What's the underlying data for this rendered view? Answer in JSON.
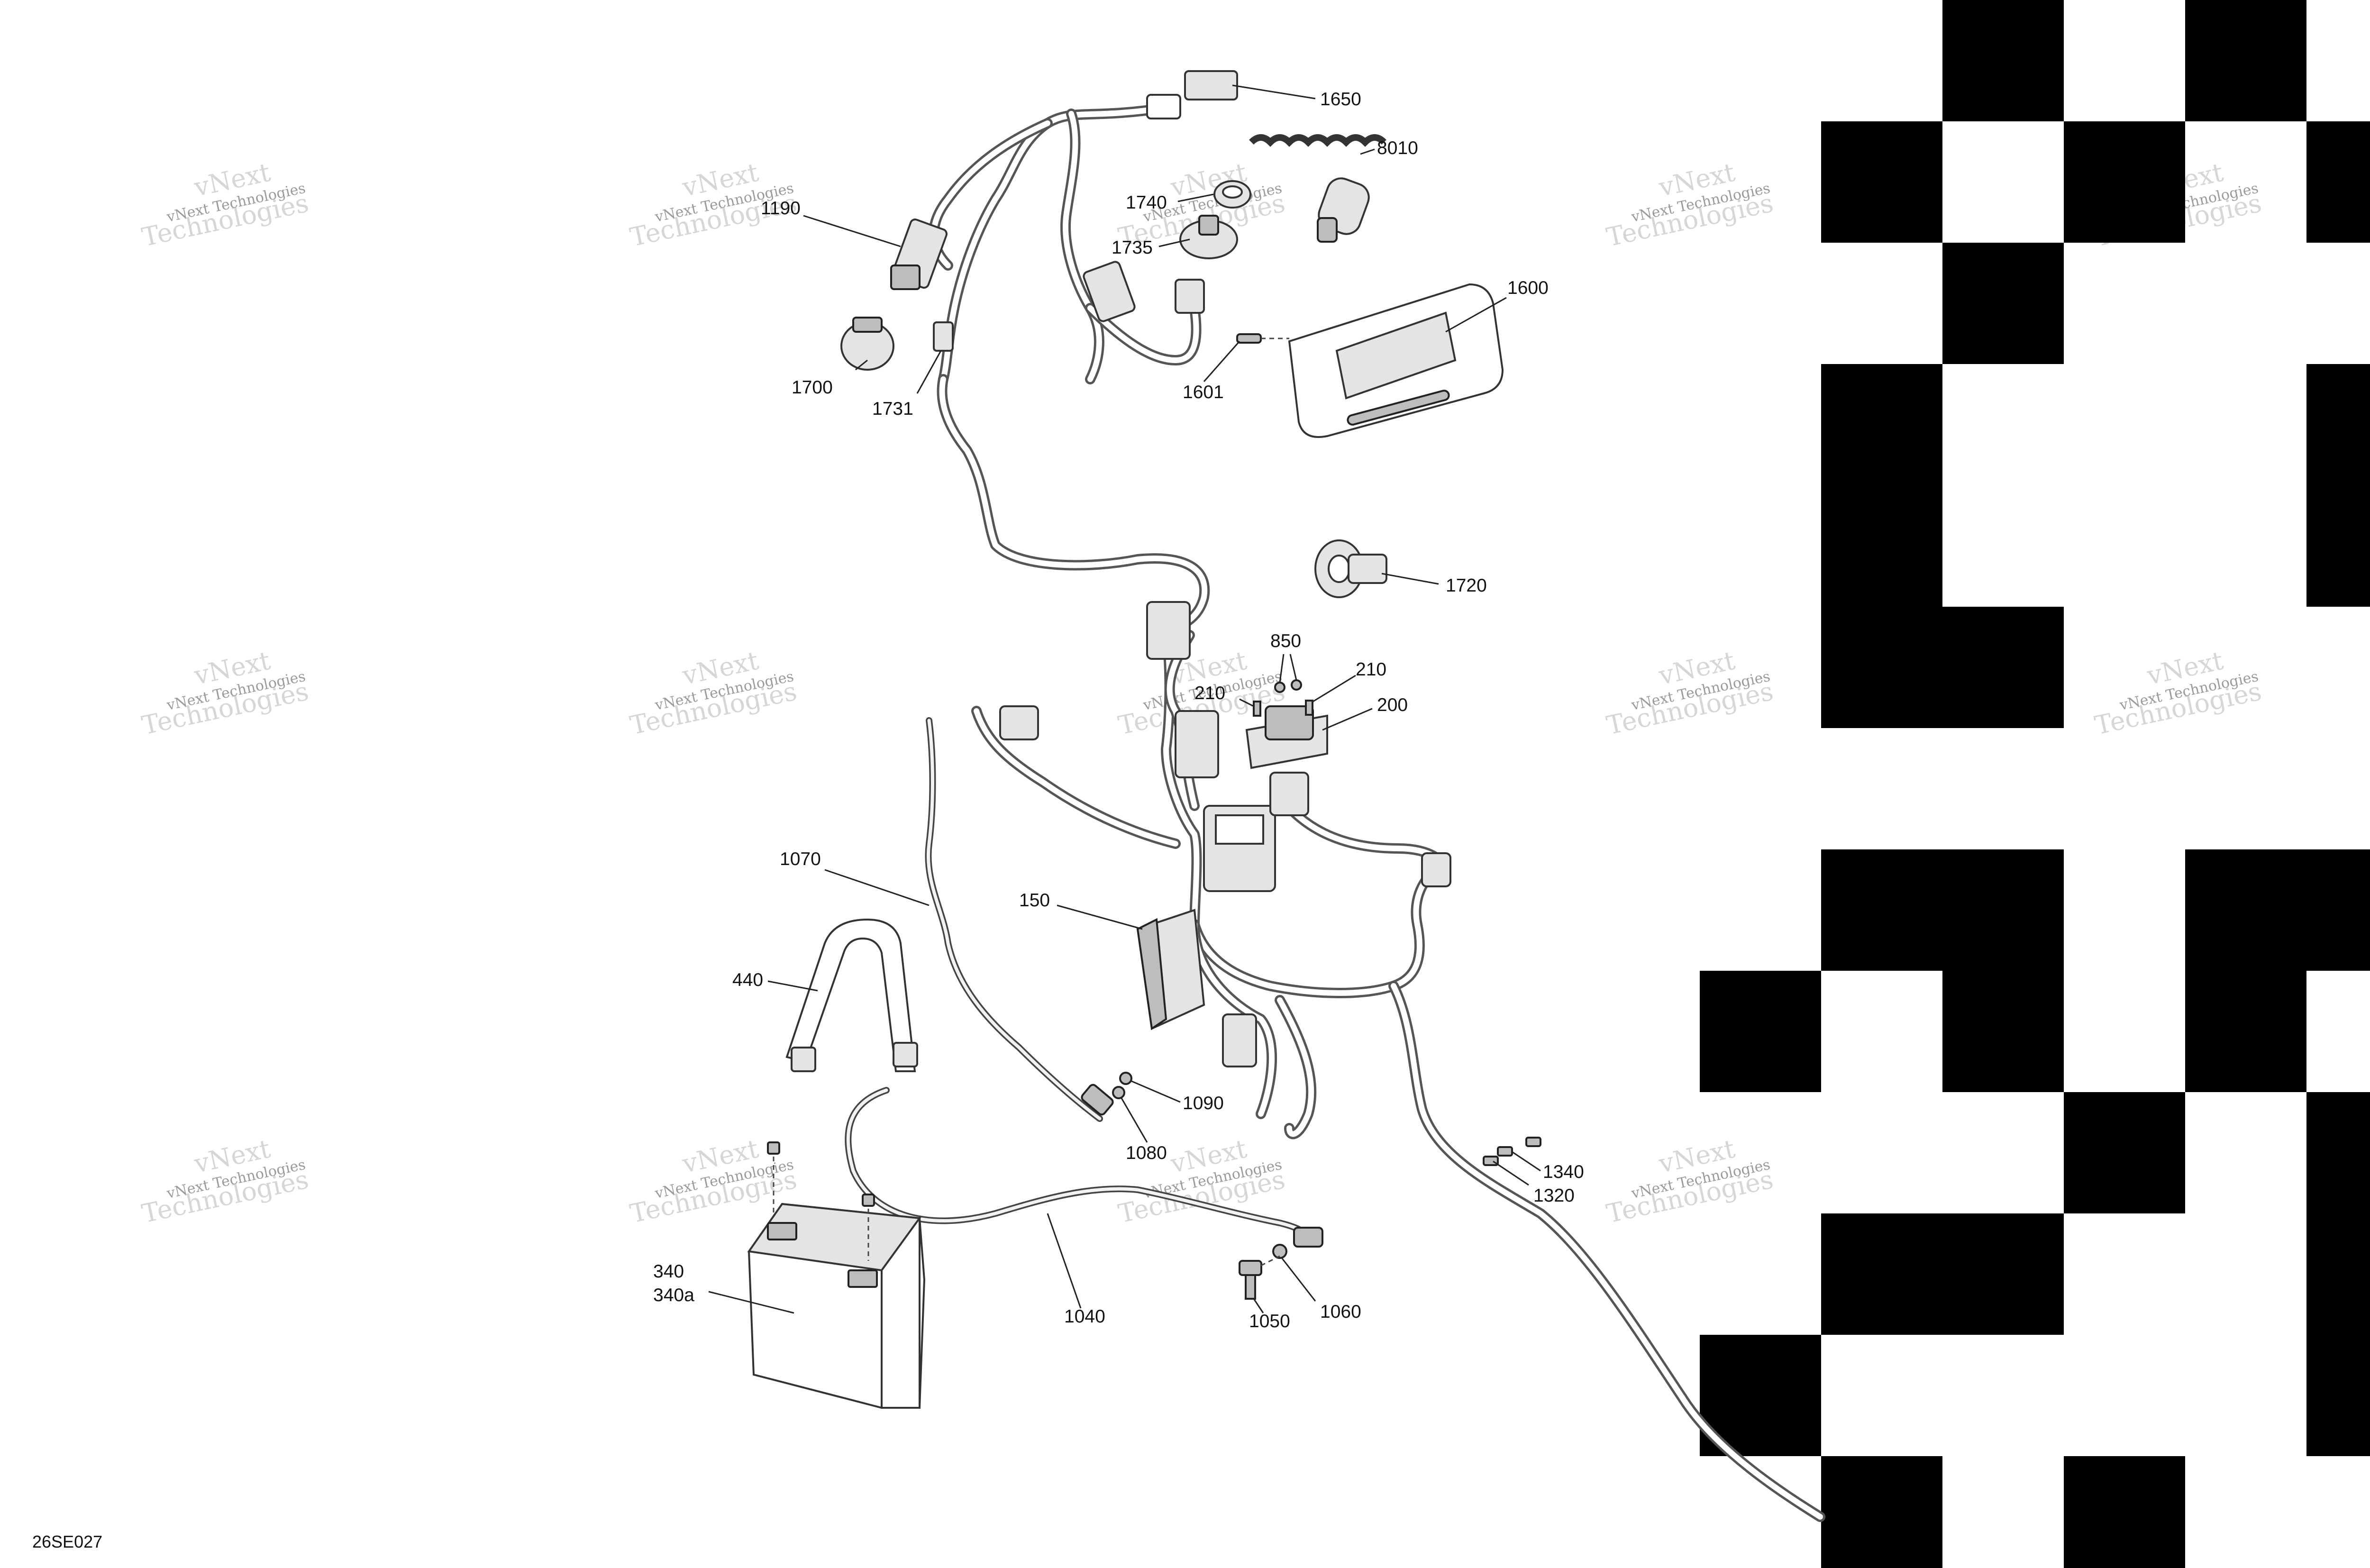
{
  "diagram_code": "26SE027",
  "watermark": {
    "line1": "vNext",
    "line2": "Technologies",
    "line3": "vNext Technologies"
  },
  "callouts": [
    {
      "id": "c1650",
      "text": "1650"
    },
    {
      "id": "c8010",
      "text": "8010"
    },
    {
      "id": "c1190",
      "text": "1190"
    },
    {
      "id": "c1740",
      "text": "1740"
    },
    {
      "id": "c1735",
      "text": "1735"
    },
    {
      "id": "c1600",
      "text": "1600"
    },
    {
      "id": "c1601",
      "text": "1601"
    },
    {
      "id": "c1700",
      "text": "1700"
    },
    {
      "id": "c1731",
      "text": "1731"
    },
    {
      "id": "c1720",
      "text": "1720"
    },
    {
      "id": "c850",
      "text": "850"
    },
    {
      "id": "c210a",
      "text": "210"
    },
    {
      "id": "c210b",
      "text": "210"
    },
    {
      "id": "c200",
      "text": "200"
    },
    {
      "id": "c1070",
      "text": "1070"
    },
    {
      "id": "c150",
      "text": "150"
    },
    {
      "id": "c440",
      "text": "440"
    },
    {
      "id": "c1090",
      "text": "1090"
    },
    {
      "id": "c1080",
      "text": "1080"
    },
    {
      "id": "c1340",
      "text": "1340"
    },
    {
      "id": "c1320",
      "text": "1320"
    },
    {
      "id": "c340",
      "text": "340"
    },
    {
      "id": "c340a",
      "text": "340a"
    },
    {
      "id": "c1040",
      "text": "1040"
    },
    {
      "id": "c1060",
      "text": "1060"
    },
    {
      "id": "c1050",
      "text": "1050"
    }
  ]
}
